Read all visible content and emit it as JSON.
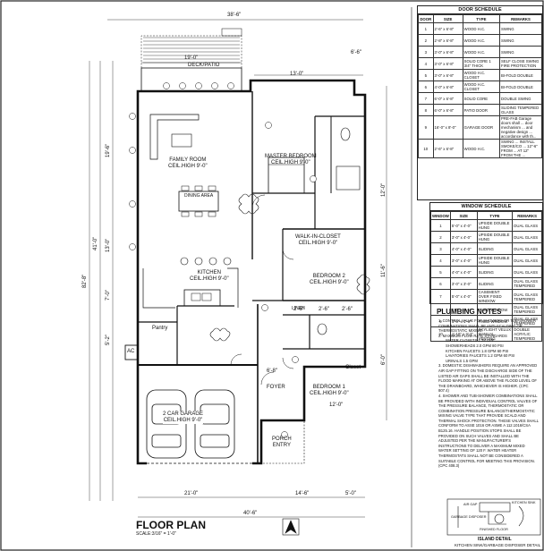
{
  "title": "FLOOR PLAN",
  "scale": "SCALE:3/16\" = 1'-0\"",
  "rooms": {
    "deck": "DECK/PATIO",
    "family": [
      "FAMILY ROOM",
      "CEIL.HIGH 9'-0\""
    ],
    "dining": "DINING AREA",
    "kitchen": [
      "KITCHEN",
      "CEIL.HIGH 9'-0\""
    ],
    "master": [
      "MASTER BEDROOM",
      "CEIL.HIGH 9'-0\""
    ],
    "walkin": [
      "WALK-IN-CLOSET",
      "CEIL.HIGH 9'-0\""
    ],
    "bed2": [
      "BEDROOM 2",
      "CEIL.HIGH 9'-0\""
    ],
    "bed1": [
      "BEDROOM 1",
      "CEIL.HIGH 9'-0\""
    ],
    "garage": [
      "2 CAR GARAGE",
      "CEIL.HIGH 9'-0\""
    ],
    "foyer": "FOYER",
    "porch": [
      "PORCH",
      "ENTRY"
    ],
    "pantry": "Pantry",
    "ac": "AC",
    "closet": "Closet",
    "linen": "LINEN"
  },
  "dims": {
    "top_overall": "38'-6\"",
    "deck_width": "19'-0\"",
    "top_right": "6'-6\"",
    "right_top": "13'-0\"",
    "left_overall": "82'-8\"",
    "left_mid": "41'-0\"",
    "left_a": "19'-6\"",
    "left_b": "13'-0\"",
    "left_c": "7'-0\"",
    "left_d": "5'-2\"",
    "right_a": "12'-0\"",
    "right_b": "11'-6\"",
    "right_c": "6'-0\"",
    "bottom_a": "21'-0\"",
    "bottom_b": "14'-6\"",
    "bottom_c": "5'-0\"",
    "bottom_overall": "40'-6\"",
    "bath_a": "2'-6\"",
    "bath_b": "2'-6\"",
    "bath_c": "2'-6\"",
    "foyer_a": "6'-8\"",
    "bed1_w": "12'-0\""
  },
  "door_schedule": {
    "title": "DOOR SCHEDULE",
    "headers": [
      "DOOR",
      "SIZE",
      "TYPE",
      "REMARKS"
    ],
    "rows": [
      [
        "1",
        "2'-6\" x 6'-8\"",
        "WOOD H.C.",
        "SWING"
      ],
      [
        "2",
        "2'-8\" x 6'-8\"",
        "WOOD H.C.",
        "SWING"
      ],
      [
        "3",
        "3'-0\" x 6'-8\"",
        "WOOD H.C.",
        "SWING"
      ],
      [
        "4",
        "3'-0\" x 6'-8\"",
        "SOLID CORE 1 3/4\" THICK",
        "SELF CLOSE SWING FIRE PROTECTION"
      ],
      [
        "5",
        "3'-0\" x 6'-8\"",
        "WOOD H.C. CLOSET",
        "BI-FOLD DOUBLE"
      ],
      [
        "6",
        "4'-0\" x 6'-8\"",
        "WOOD H.C. CLOSET",
        "BI-FOLD DOUBLE"
      ],
      [
        "7",
        "6'-0\" x 6'-8\"",
        "SOLID CORE",
        "DOUBLE SWING"
      ],
      [
        "8",
        "6'-0\" x 6'-8\"",
        "PATIO DOOR",
        "SLIDING TEMPERED GLASS"
      ],
      [
        "9",
        "16'-0\" x 8'-0\"",
        "GARAGE DOOR",
        "PRE-FAB Garage doors shall ... door mechanism ... and negative design ... accordance with th..."
      ],
      [
        "10",
        "2'-6\" x 6'-8\"",
        "WOOD H.C.",
        "SWING ... INSTALL SMOKE/CO ... 12\"-6\" FROM ... AT 12\" FROM THE ..."
      ]
    ]
  },
  "window_schedule": {
    "title": "WINDOW SCHEDULE",
    "headers": [
      "WINDOW",
      "SIZE",
      "TYPE",
      "REMARKS"
    ],
    "rows": [
      [
        "1",
        "5'-0\" x 4'-0\"",
        "UPSIDE DOUBLE HUNG",
        "DUAL GLASS"
      ],
      [
        "2",
        "3'-0\" x 4'-0\"",
        "UPSIDE DOUBLE HUNG",
        "DUAL GLASS"
      ],
      [
        "3",
        "4'-0\" x 4'-0\"",
        "SLIDING",
        "DUAL GLASS"
      ],
      [
        "4",
        "3'-0\" x 4'-0\"",
        "UPSIDE DOUBLE HUNG",
        "DUAL GLASS"
      ],
      [
        "5",
        "4'-0\" x 4'-0\"",
        "SLIDING",
        "DUAL GLASS"
      ],
      [
        "6",
        "3'-0\" x 3'-0\"",
        "SLIDING",
        "DUAL GLASS TEMPERED"
      ],
      [
        "7",
        "5'-0\" x 4'-0\"",
        "CASEMENT OVER FIXED WINDOW",
        "DUAL GLASS TEMPERED"
      ],
      [
        "8",
        "1'-0\" x 1'-6\"",
        "FIXED WINDOW",
        "DUAL GLASS TEMPERED"
      ],
      [
        "9",
        "1'-0\" x 1'-6\"",
        "FIXED WINDOW",
        "DUAL GLASS TEMPERED"
      ],
      [
        "10",
        "1'-10\" x 3'-2\"",
        "SKYLIGHT VELUX MANUAL VENTING",
        "DOUBLE ACRYLIC TEMPERED"
      ]
    ]
  },
  "plumbing": {
    "title": "PLUMBING NOTES",
    "notes": [
      "1. CONTROL VALVE FOR SHOWERS OR TUB-SHOWER COMBINATIONS SHALL BE ANTI-SCALDING OR THERMOSTATIC MIXING.",
      "2. MAXIMUM FLOW RATE STANDARDS",
      "WATER CLOSETS 1.28 GPF",
      "SHOWERHEADS 2.0 GPM 80 PSI",
      "KITCHEN FAUCETS 1.8 GPM 60 PSI",
      "LAVATORIES FAUCETS 1.2 GPM 60 PSI",
      "URINALS 1.5 GPM",
      "3. DOMESTIC DISHWASHERS REQUIRE AN APPROVED AIR GAP FITTING ON THE DISCHARGE SIDE OF THE LISTED AIR GAPS SHALL BE INSTALLED WITH THE FLOOD MARKING AT OR ABOVE THE FLOOD LEVEL OF THE DRAINBOARD, WHICHEVER IS HIGHER. (CPC 807.4)",
      "4. SHOWER AND TUB-SHOWER COMBINATIONS SHALL BE PROVIDED WITH INDIVIDUAL CONTROL VALVES OF THE PRESSURE BALANCE, THERMOSTATIC OR COMBINATION PRESSURE BALANCE/THERMOSTATIC MIXING VALVE TYPE THAT PROVIDE SCALD AND THERMAL SHOCK PROTECTION. THESE VALVES SHALL CONFORM TO ASSE 1016 OR ASME A 112.1016/CSA B125.16. HANDLE POSITION STOPS SHALL BE PROVIDED ON SUCH VALVES AND SHALL BE ADJUSTED PER THE MANUFACTURER'S INSTRUCTIONS TO DELIVER A MAXIMUM MIXED WATER SETTING OF 120 F. WATER HEATER THERMOSTATS SHALL NOT BE CONSIDERED A SUITABLE CONTROL FOR MEETING THIS PROVISION. (CPC 408.3)"
    ]
  },
  "detail": {
    "title": "ISLAND DETAIL",
    "subtitle": "KITCHEN SINK/GARBAGE DISPOSER DETAIL",
    "labels": [
      "KITCHEN SINK",
      "GARBAGE DISPOSER",
      "AIR GAP",
      "FINISHED FLOOR"
    ]
  }
}
